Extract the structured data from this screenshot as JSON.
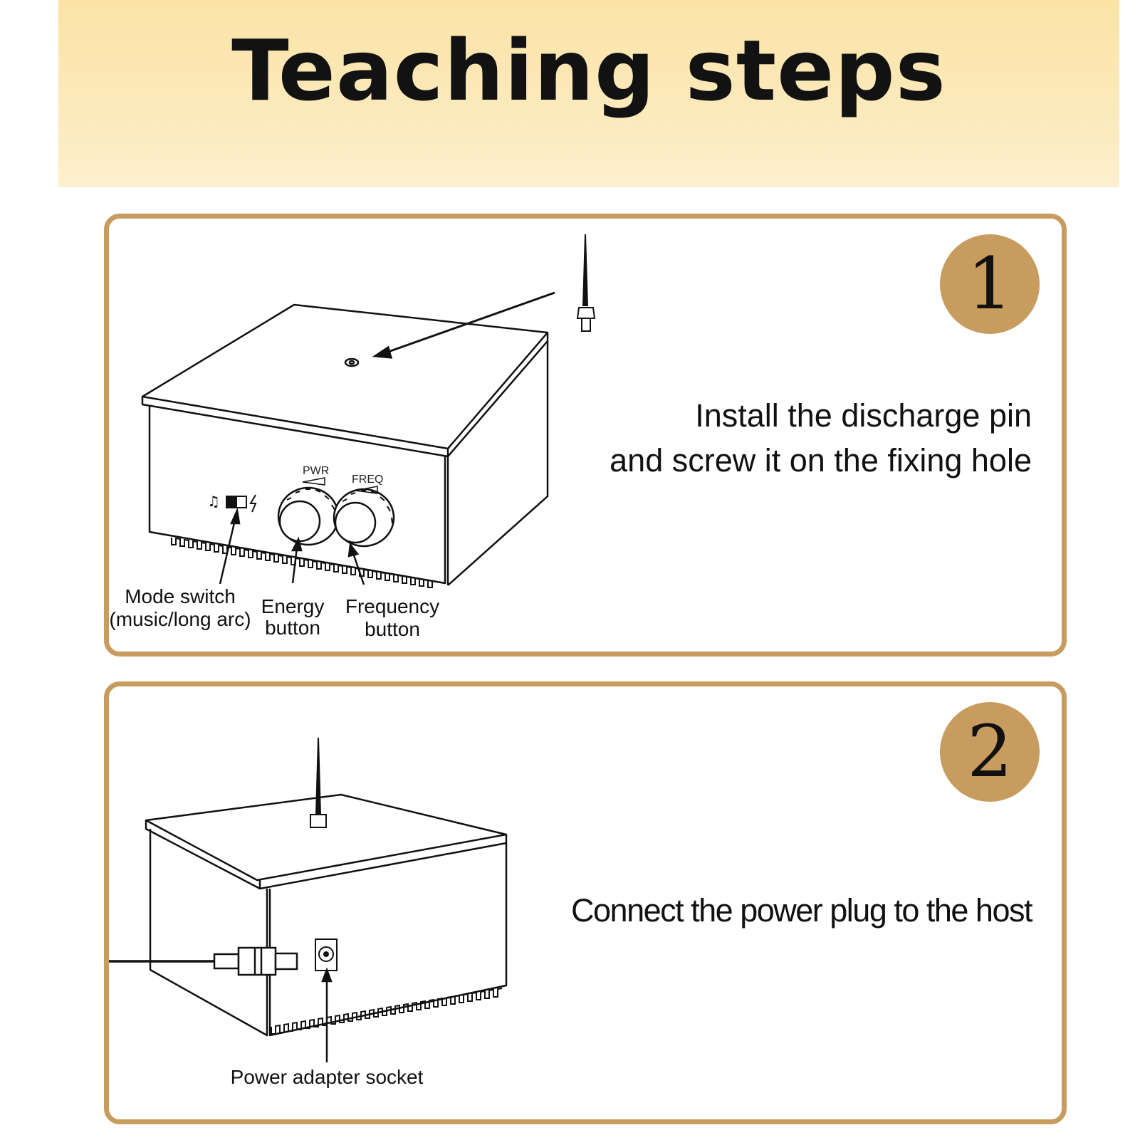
{
  "title": "Teaching steps",
  "steps": [
    {
      "number": "1",
      "instruction_line1": "Install the discharge pin",
      "instruction_line2": "and screw it on the fixing hole",
      "labels": {
        "mode_switch_line1": "Mode switch",
        "mode_switch_line2": "(music/long arc)",
        "energy_line1": "Energy",
        "energy_line2": "button",
        "frequency_line1": "Frequency",
        "frequency_line2": "button",
        "pwr": "PWR",
        "freq": "FREQ"
      }
    },
    {
      "number": "2",
      "instruction": "Connect the power plug to the host",
      "labels": {
        "socket": "Power adapter socket"
      }
    }
  ],
  "colors": {
    "accent": "#c89c5f",
    "banner": "#fbe3a6",
    "text": "#121212"
  }
}
